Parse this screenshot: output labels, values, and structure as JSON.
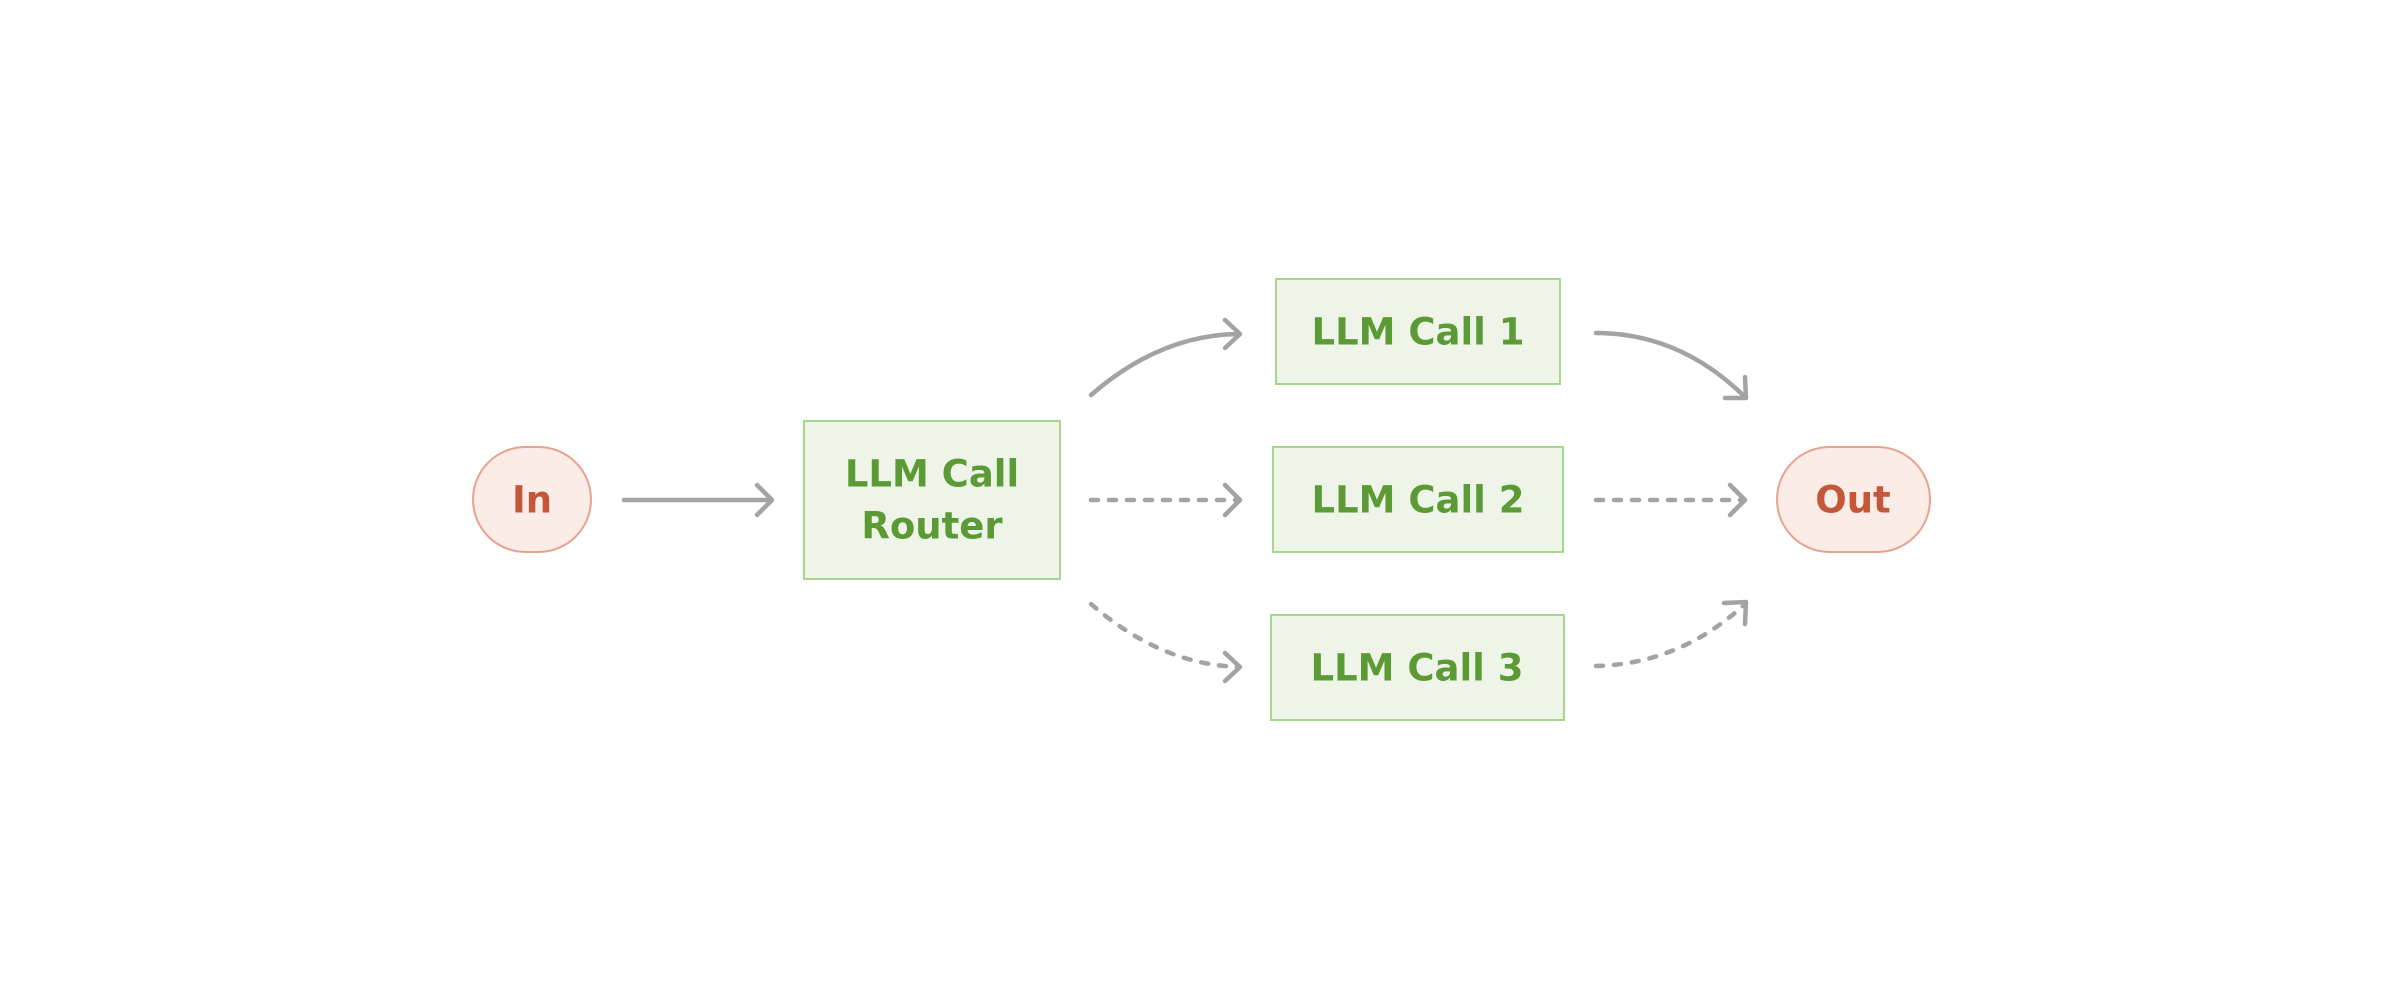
{
  "diagram": {
    "nodes": {
      "input": "In",
      "router_line1": "LLM Call",
      "router_line2": "Router",
      "call1": "LLM Call 1",
      "call2": "LLM Call 2",
      "call3": "LLM Call 3",
      "output": "Out"
    },
    "colors": {
      "terminal_fill": "#fbece8",
      "terminal_border": "#e8a38e",
      "terminal_text": "#c4573a",
      "llm_fill": "#eef5e8",
      "llm_border": "#a6d68c",
      "llm_text": "#5b9a34",
      "arrow": "#a3a3a1"
    },
    "edges": [
      {
        "from": "In",
        "to": "LLM Call Router",
        "style": "solid"
      },
      {
        "from": "LLM Call Router",
        "to": "LLM Call 1",
        "style": "solid"
      },
      {
        "from": "LLM Call Router",
        "to": "LLM Call 2",
        "style": "dashed"
      },
      {
        "from": "LLM Call Router",
        "to": "LLM Call 3",
        "style": "dashed"
      },
      {
        "from": "LLM Call 1",
        "to": "Out",
        "style": "solid"
      },
      {
        "from": "LLM Call 2",
        "to": "Out",
        "style": "dashed"
      },
      {
        "from": "LLM Call 3",
        "to": "Out",
        "style": "dashed"
      }
    ]
  }
}
